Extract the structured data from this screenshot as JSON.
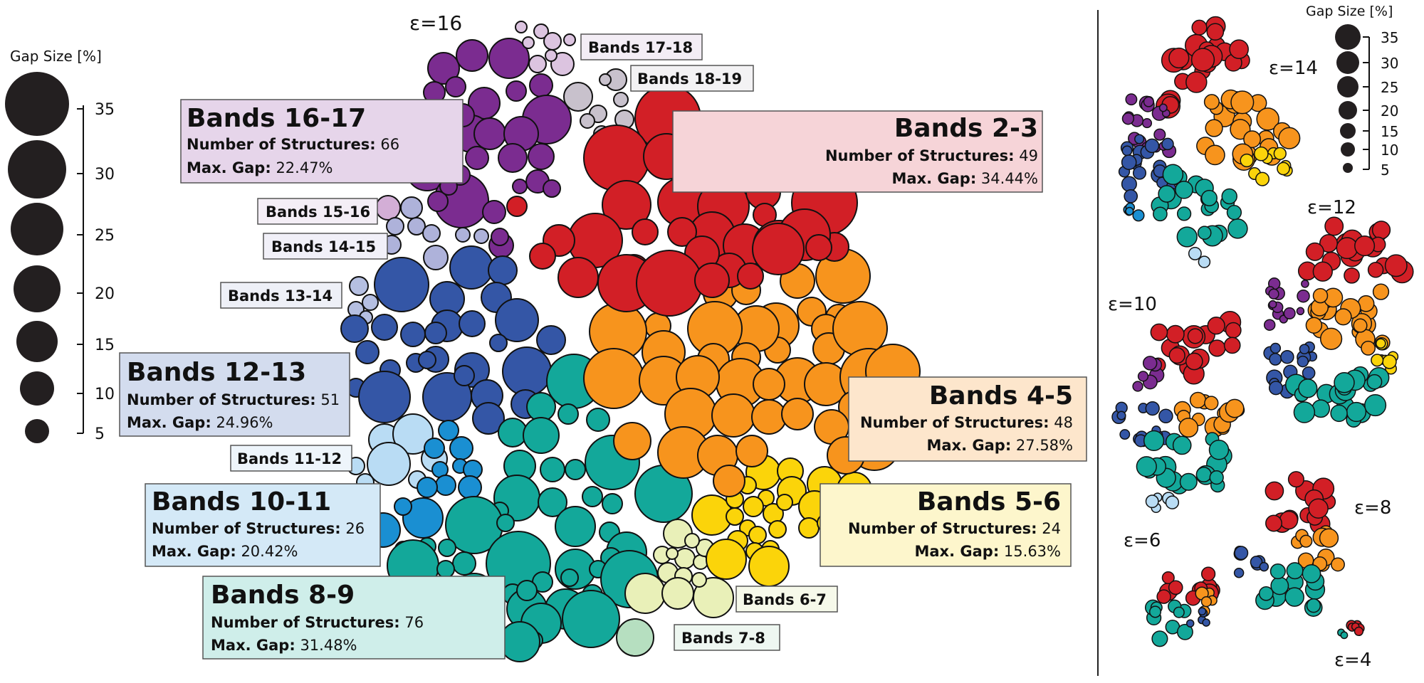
{
  "legend_left": {
    "title": "Gap Size [%]",
    "ticks": [
      "35",
      "30",
      "25",
      "20",
      "15",
      "10",
      "5"
    ]
  },
  "legend_right": {
    "title": "Gap Size [%]",
    "ticks": [
      "35",
      "30",
      "25",
      "20",
      "15",
      "10",
      "5"
    ]
  },
  "main_epsilon": "ε=16",
  "detailed_labels": [
    {
      "title": "Bands 16-17",
      "structures_label": "Number of Structures:",
      "structures": "66",
      "gap_label": "Max. Gap:",
      "gap": "22.47%",
      "color": "#e6d5ea"
    },
    {
      "title": "Bands 2-3",
      "structures_label": "Number of Structures:",
      "structures": "49",
      "gap_label": "Max. Gap:",
      "gap": "34.44%",
      "color": "#f6d4d8"
    },
    {
      "title": "Bands 12-13",
      "structures_label": "Number of Structures:",
      "structures": "51",
      "gap_label": "Max. Gap:",
      "gap": "24.96%",
      "color": "#d3dcee"
    },
    {
      "title": "Bands 4-5",
      "structures_label": "Number of Structures:",
      "structures": "48",
      "gap_label": "Max. Gap:",
      "gap": "27.58%",
      "color": "#fde6cc"
    },
    {
      "title": "Bands 10-11",
      "structures_label": "Number of Structures:",
      "structures": "26",
      "gap_label": "Max. Gap:",
      "gap": "20.42%",
      "color": "#d4e9f7"
    },
    {
      "title": "Bands 5-6",
      "structures_label": "Number of Structures:",
      "structures": "24",
      "gap_label": "Max. Gap:",
      "gap": "15.63%",
      "color": "#fdf6cc"
    },
    {
      "title": "Bands 8-9",
      "structures_label": "Number of Structures:",
      "structures": "76",
      "gap_label": "Max. Gap:",
      "gap": "31.48%",
      "color": "#cfeeea"
    }
  ],
  "small_labels": [
    {
      "text": "Bands 17-18",
      "color": "#f3edf5"
    },
    {
      "text": "Bands 18-19",
      "color": "#f3f2f4"
    },
    {
      "text": "Bands 15-16",
      "color": "#f4eef6"
    },
    {
      "text": "Bands 14-15",
      "color": "#f1f0f8"
    },
    {
      "text": "Bands 13-14",
      "color": "#eef0f7"
    },
    {
      "text": "Bands 11-12",
      "color": "#eef5fb"
    },
    {
      "text": "Bands 6-7",
      "color": "#f6f9ea"
    },
    {
      "text": "Bands 7-8",
      "color": "#eef7f1"
    }
  ],
  "small_clusters": [
    {
      "epsilon": "ε=14"
    },
    {
      "epsilon": "ε=12"
    },
    {
      "epsilon": "ε=10"
    },
    {
      "epsilon": "ε=8"
    },
    {
      "epsilon": "ε=6"
    },
    {
      "epsilon": "ε=4"
    }
  ],
  "band_colors": {
    "bands_2_3": "#d21f26",
    "bands_4_5": "#f7941d",
    "bands_5_6": "#fbd40a",
    "bands_6_7": "#e9f0b8",
    "bands_7_8": "#b6dfc0",
    "bands_8_9": "#13a89a",
    "bands_10_11": "#1a8fd2",
    "bands_11_12": "#b9dcf4",
    "bands_12_13": "#3456a6",
    "bands_13_14": "#b5bfe1",
    "bands_14_15": "#aeb2da",
    "bands_15_16": "#d3aed6",
    "bands_16_17": "#7b2c90",
    "bands_17_18": "#dcc4e0",
    "bands_18_19": "#c8c1cc"
  }
}
